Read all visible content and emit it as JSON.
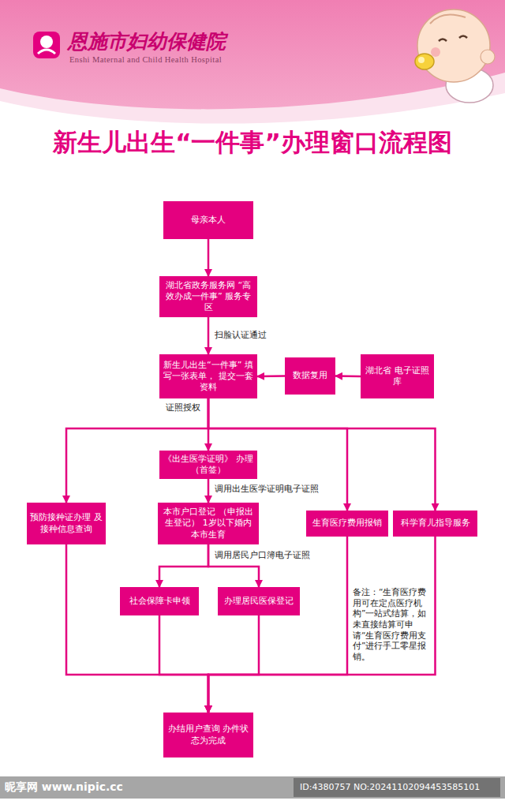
{
  "diagram": {
    "title": "新生儿出生“一件事”办理窗口流程图",
    "nodes": [
      {
        "text": [
          "母亲本人"
        ]
      },
      {
        "text": [
          "湖北省政务服务网 “高效办成一件事” 服务专区"
        ]
      },
      {
        "text": [
          "新生儿出生“一件事” 填写一张表单， 提交一套资料"
        ]
      },
      {
        "text": [
          "数据复用"
        ]
      },
      {
        "text": [
          "湖北省 电子证照库"
        ]
      },
      {
        "text": [
          "预防接种证办理 及接种信息查询"
        ]
      },
      {
        "text": [
          "《出生医学证明》 办理（首签）"
        ]
      },
      {
        "text": [
          "本市户口登记 （申报出生登记） 1岁以下婚内本市生育"
        ]
      },
      {
        "text": [
          "生育医疗费用报销"
        ]
      },
      {
        "text": [
          "科学育儿指导服务"
        ]
      },
      {
        "text": [
          "社会保障卡申领"
        ]
      },
      {
        "text": [
          "办理居民医保登记"
        ]
      },
      {
        "text": [
          "办结用户查询 办件状态为完成"
        ]
      }
    ],
    "edges": [
      {
        "from": 0,
        "to": 1,
        "arrow": "to"
      },
      {
        "from": 1,
        "to": 2,
        "label": "扫脸认证通过",
        "arrow": "to"
      },
      {
        "from": 4,
        "to": 3,
        "arrow": "to"
      },
      {
        "from": 3,
        "to": 2,
        "arrow": "to"
      },
      {
        "from": 2,
        "to": 5,
        "arrow": "to"
      },
      {
        "from": 2,
        "to": 6,
        "label": "证照授权",
        "arrow": "to"
      },
      {
        "from": 2,
        "to": 8,
        "arrow": "to"
      },
      {
        "from": 2,
        "to": 9,
        "arrow": "to"
      },
      {
        "from": 6,
        "to": 7,
        "label": "调用出生医学证明电子证照",
        "arrow": "to"
      },
      {
        "from": 7,
        "to": 10,
        "label": "调用居民户口簿电子证照",
        "arrow": "to"
      },
      {
        "from": 7,
        "to": 11,
        "arrow": "to"
      },
      {
        "from": 5,
        "to": 12,
        "arrow": "to"
      },
      {
        "from": 10,
        "to": 12,
        "arrow": "to"
      },
      {
        "from": 11,
        "to": 12,
        "arrow": "to"
      },
      {
        "from": 8,
        "to": 12,
        "arrow": "to"
      },
      {
        "from": 9,
        "to": 12,
        "arrow": "to"
      }
    ],
    "labels": [
      "恩施市妇幼保健院",
      "Enshi Maternal and Child Health Hospital",
      "备注：“生育医疗费用可在定点医疗机构”一站式结算，如未直接结算可申请“生育医疗费用支付”进行手工零星报销。",
      "昵享网 www.nipic.cc",
      "ID:4380757 NO:20241102094453585101"
    ]
  }
}
